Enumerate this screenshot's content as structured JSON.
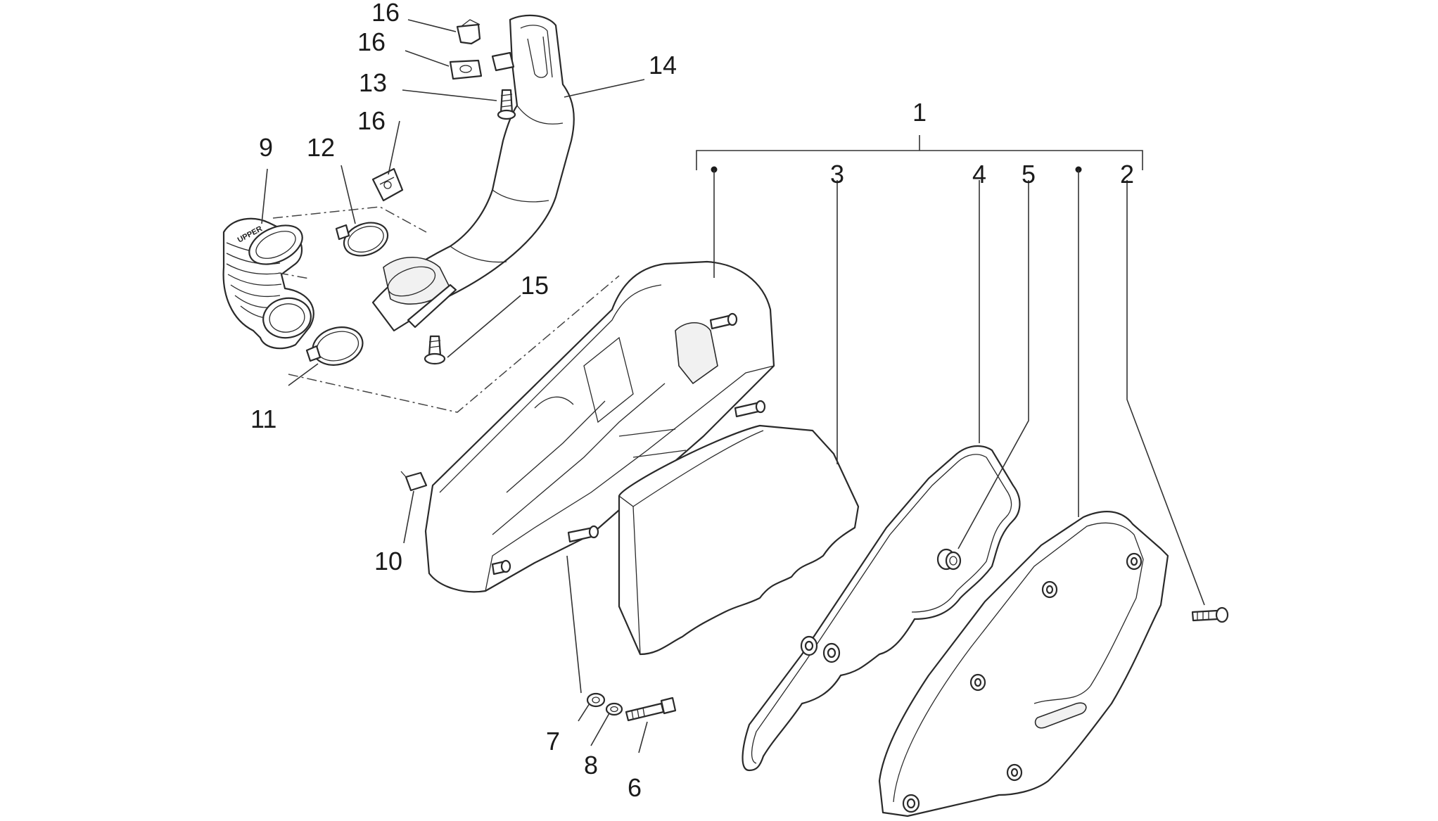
{
  "diagram": {
    "callouts": [
      {
        "id": "c1",
        "label": "1"
      },
      {
        "id": "c2",
        "label": "2"
      },
      {
        "id": "c3",
        "label": "3"
      },
      {
        "id": "c4",
        "label": "4"
      },
      {
        "id": "c5",
        "label": "5"
      },
      {
        "id": "c6",
        "label": "6"
      },
      {
        "id": "c7",
        "label": "7"
      },
      {
        "id": "c8",
        "label": "8"
      },
      {
        "id": "c9",
        "label": "9"
      },
      {
        "id": "c10",
        "label": "10"
      },
      {
        "id": "c11",
        "label": "11"
      },
      {
        "id": "c12",
        "label": "12"
      },
      {
        "id": "c13",
        "label": "13"
      },
      {
        "id": "c14",
        "label": "14"
      },
      {
        "id": "c15",
        "label": "15"
      },
      {
        "id": "c16a",
        "label": "16"
      },
      {
        "id": "c16b",
        "label": "16"
      },
      {
        "id": "c16c",
        "label": "16"
      }
    ],
    "hose_marking": "UPPER"
  }
}
